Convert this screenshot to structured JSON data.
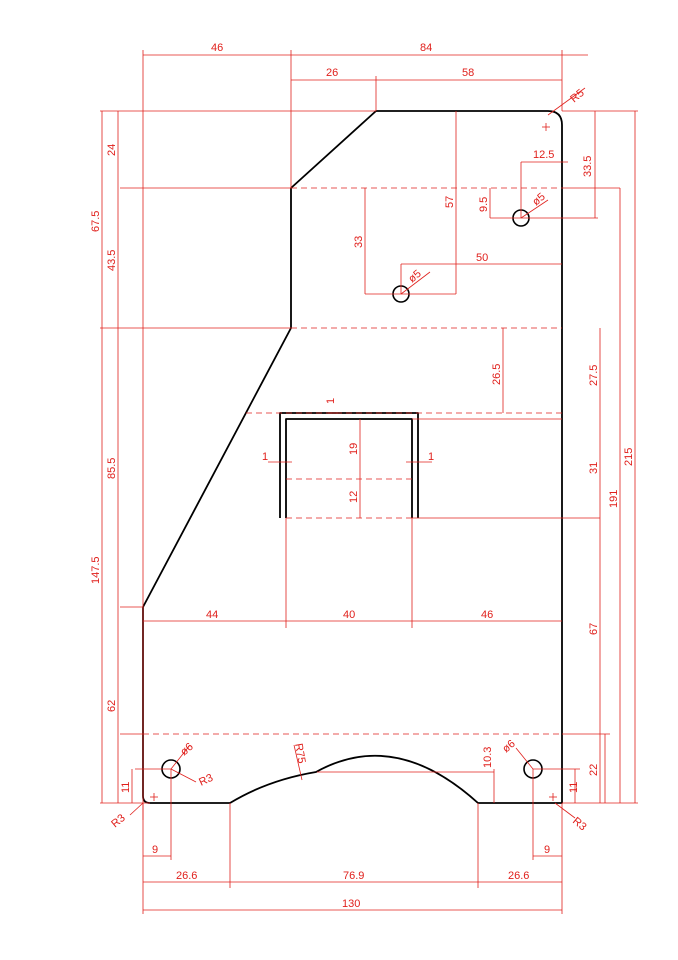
{
  "drawing": {
    "dims": {
      "top_46": "46",
      "top_84": "84",
      "top_26": "26",
      "top_58": "58",
      "r5": "R5",
      "d12_5": "12.5",
      "d33_5": "33.5",
      "d9_5": "9.5",
      "dia5_a": "ø5",
      "d57": "57",
      "d33": "33",
      "dia5_b": "ø5",
      "d50": "50",
      "left_24": "24",
      "left_67_5": "67.5",
      "left_43_5": "43.5",
      "left_85_5": "85.5",
      "left_147_5": "147.5",
      "left_62": "62",
      "left_11": "11",
      "r3_left": "R3",
      "d26_5": "26.5",
      "d27_5": "27.5",
      "d1_top": "1",
      "d1_left": "1",
      "d1_right": "1",
      "d19": "19",
      "d12": "12",
      "d31": "31",
      "d191": "191",
      "d215": "215",
      "d44": "44",
      "d40": "40",
      "d46_mid": "46",
      "d67": "67",
      "dia6_left": "ø6",
      "r3_hole": "R3",
      "r75": "R75",
      "d10_3": "10.3",
      "dia6_right": "ø6",
      "d22": "22",
      "d11_right": "11",
      "r3_right": "R3",
      "d9_left": "9",
      "d9_right": "9",
      "bot_26_6_left": "26.6",
      "bot_76_9": "76.9",
      "bot_26_6_right": "26.6",
      "bot_130": "130"
    }
  }
}
